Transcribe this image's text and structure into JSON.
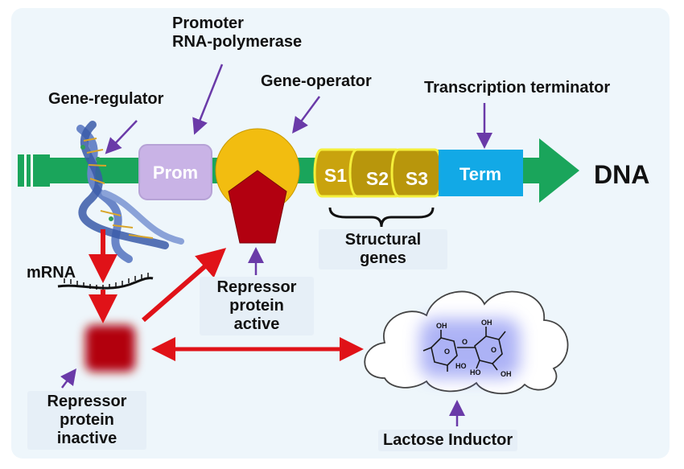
{
  "labels": {
    "promoter_line1": "Promoter",
    "promoter_line2": "RNA-polymerase",
    "gene_regulator": "Gene-regulator",
    "gene_operator": "Gene-operator",
    "transcription_terminator": "Transcription terminator",
    "dna": "DNA",
    "structural_line1": "Structural",
    "structural_line2": "genes",
    "mrna": "mRNA",
    "repressor_active_line1": "Repressor",
    "repressor_active_line2": "protein",
    "repressor_active_line3": "active",
    "repressor_inactive_line1": "Repressor",
    "repressor_inactive_line2": "protein",
    "repressor_inactive_line3": "inactive",
    "lactose_inductor": "Lactose Inductor"
  },
  "segments": {
    "prom": "Prom",
    "s1": "S1",
    "s2": "S2",
    "s3": "S3",
    "term": "Term"
  },
  "molecule_labels": {
    "oh1": "OH",
    "oh2": "OH",
    "ho1": "HO",
    "ho2": "HO",
    "oh3": "OH",
    "o1": "O",
    "o2": "O",
    "o3": "O"
  },
  "colors": {
    "dna_green": "#1aa55b",
    "prom_purple": "#c9b3e6",
    "operator_yellow": "#f2bd10",
    "repressor_red": "#b20010",
    "structural_gold": "#b8960c",
    "structural_outline": "#f4ef3a",
    "term_blue": "#12a9e6",
    "arrow_red": "#e01218",
    "pointer_purple": "#6a3aa8"
  },
  "icons": {
    "dna_helix": "dna-helix-icon",
    "lactose_molecule": "lactose-molecule-icon",
    "cloud": "cloud-icon"
  }
}
